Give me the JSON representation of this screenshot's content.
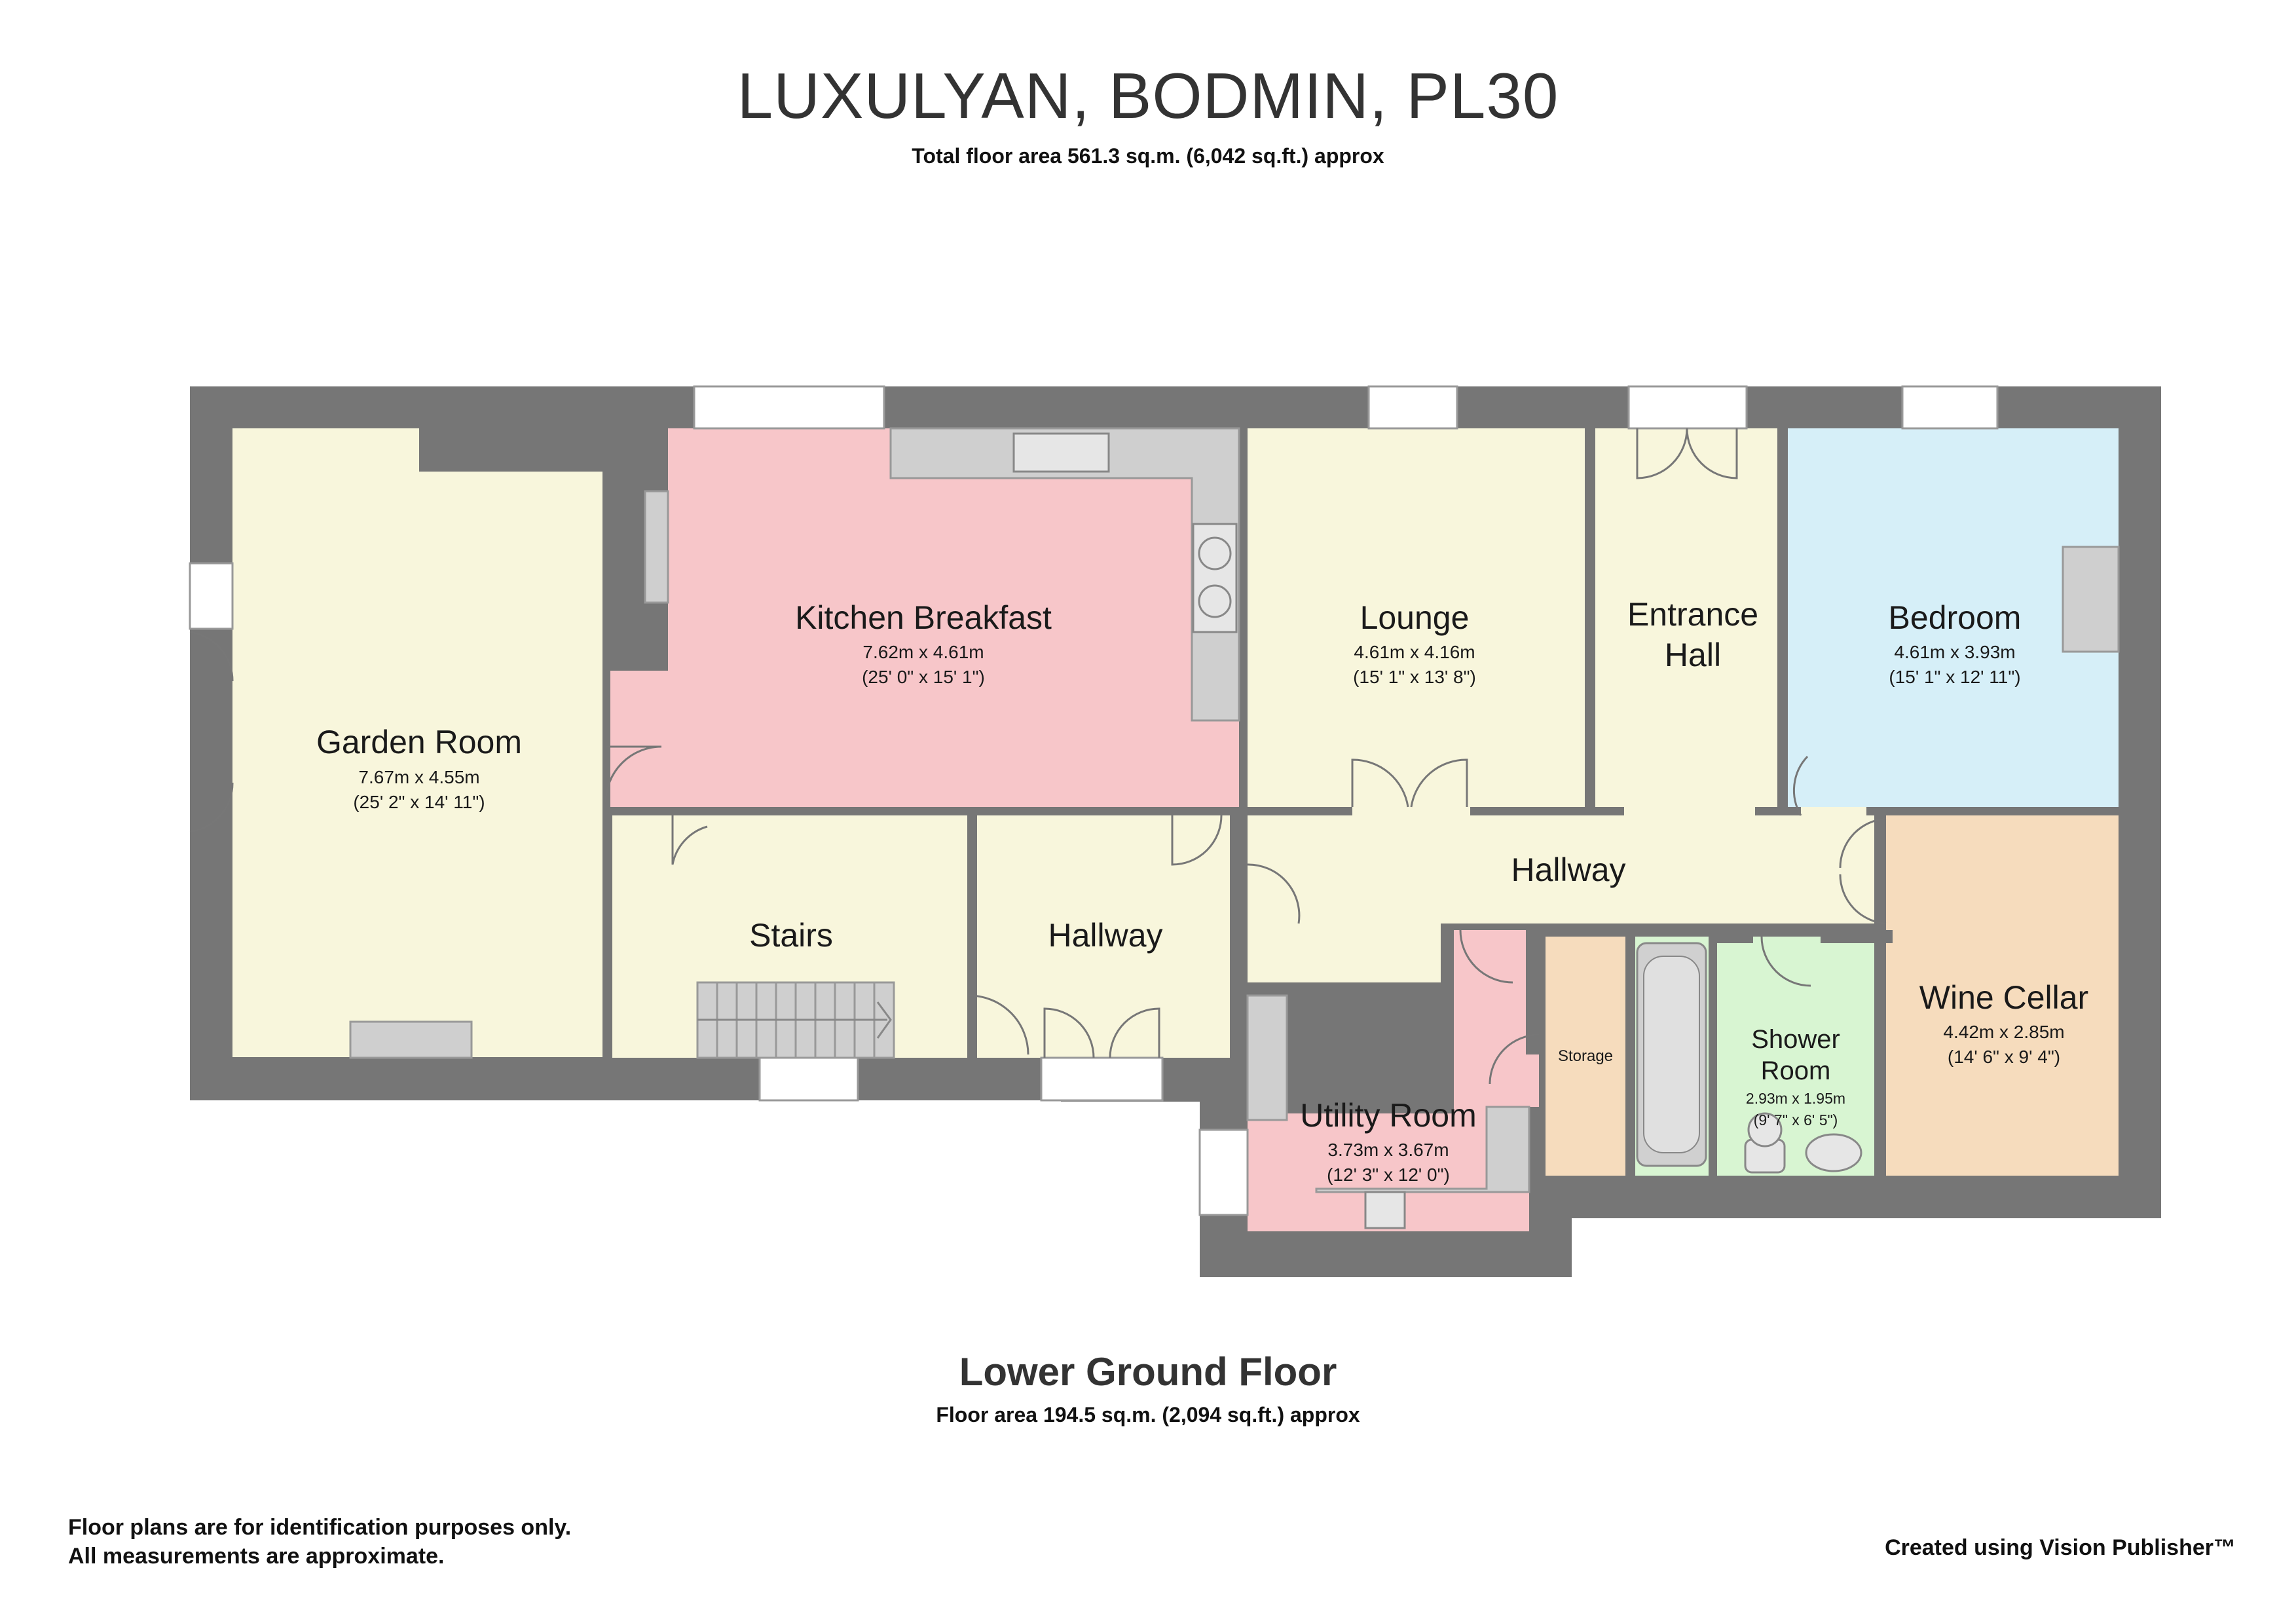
{
  "header": {
    "title": "LUXULYAN, BODMIN, PL30",
    "total_area": "Total floor area 561.3 sq.m. (6,042 sq.ft.) approx"
  },
  "floor": {
    "name": "Lower Ground Floor",
    "area": "Floor area 194.5 sq.m. (2,094 sq.ft.) approx"
  },
  "rooms": {
    "garden_room": {
      "name": "Garden Room",
      "metric": "7.67m x 4.55m",
      "imperial": "(25' 2\" x 14' 11\")",
      "color": "#f8f6dc"
    },
    "kitchen": {
      "name": "Kitchen Breakfast",
      "metric": "7.62m x 4.61m",
      "imperial": "(25' 0\" x 15' 1\")",
      "color": "#f7c6c9"
    },
    "lounge": {
      "name": "Lounge",
      "metric": "4.61m x 4.16m",
      "imperial": "(15' 1\" x 13' 8\")",
      "color": "#f8f6dc"
    },
    "entrance_hall": {
      "name_line1": "Entrance",
      "name_line2": "Hall",
      "color": "#f8f6dc"
    },
    "bedroom": {
      "name": "Bedroom",
      "metric": "4.61m x 3.93m",
      "imperial": "(15' 1\" x 12' 11\")",
      "color": "#d6eff8"
    },
    "stairs": {
      "name": "Stairs",
      "color": "#f8f6dc"
    },
    "hallway_small": {
      "name": "Hallway",
      "color": "#f8f6dc"
    },
    "hallway_main": {
      "name": "Hallway",
      "color": "#f8f6dc"
    },
    "utility": {
      "name": "Utility Room",
      "metric": "3.73m x 3.67m",
      "imperial": "(12' 3\" x 12' 0\")",
      "color": "#f7c6c9"
    },
    "storage": {
      "name": "Storage",
      "color": "#f6dcbd"
    },
    "shower": {
      "name_line1": "Shower",
      "name_line2": "Room",
      "metric": "2.93m x 1.95m",
      "imperial": "(9' 7\" x 6' 5\")",
      "color": "#d8f5d2"
    },
    "wine_cellar": {
      "name": "Wine Cellar",
      "metric": "4.42m x 2.85m",
      "imperial": "(14' 6\" x 9' 4\")",
      "color": "#f6dcbd"
    }
  },
  "colors": {
    "wall": "#767676",
    "fixture": "#cfcfcf"
  },
  "footer": {
    "disclaimer_line1": "Floor plans are for identification purposes only.",
    "disclaimer_line2": "All measurements are approximate.",
    "credit": "Created using Vision Publisher™"
  }
}
